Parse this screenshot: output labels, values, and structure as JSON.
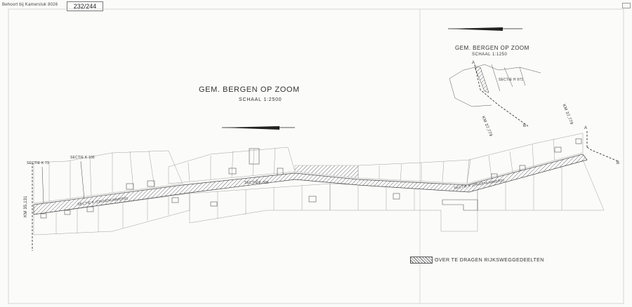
{
  "header": {
    "note": "Behoort bij Kamerstuk 8026",
    "page_number": "232/244"
  },
  "main_map": {
    "title": "GEM. BERGEN OP ZOOM",
    "scale": "SCHAAL 1:2500"
  },
  "inset_map": {
    "title": "GEM. BERGEN OP ZOOM",
    "scale": "SCHAAL 1:1250",
    "section_label": "SECTIE H 971",
    "point_a": "A",
    "point_b": "B",
    "km_label": "KM 37,779"
  },
  "map_labels": {
    "section_k73": "SECTIE K 73",
    "section_k106": "SECTIE K 106",
    "section_k306": "SECTIE K 306",
    "section_k_unnumbered_left": "SECTIE K (ONGENUMMERD)",
    "section_k_unnumbered_right": "SECTIE K (ONGENUMMERD)",
    "km_left": "KM 35,131",
    "km_right": "KM 37,779",
    "point_a": "A",
    "point_b": "B"
  },
  "legend": {
    "text": "OVER TE DRAGEN RIJKSWEGGEDEELTEN"
  },
  "colors": {
    "paper": "#fbfbf9",
    "ink": "#333333"
  }
}
